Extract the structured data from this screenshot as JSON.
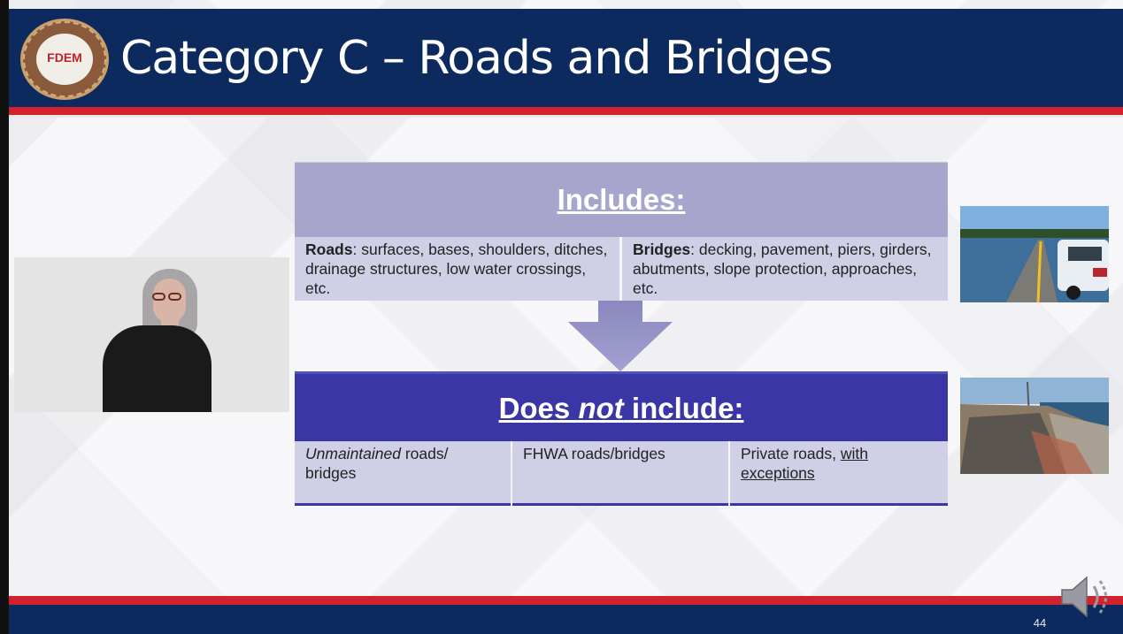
{
  "slide": {
    "title": "Category C – Roads and Bridges",
    "logo_text": "FDEM",
    "page_number": "44"
  },
  "includes": {
    "heading": "Includes:",
    "roads": {
      "label": "Roads",
      "text": ": surfaces, bases, shoulders, ditches, drainage structures, low water crossings, etc."
    },
    "bridges": {
      "label": "Bridges",
      "text": ": decking, pavement, piers, girders, abutments, slope protection, approaches, etc."
    }
  },
  "does_not_include": {
    "heading_pre": "Does ",
    "heading_emph": "not",
    "heading_post": " include:",
    "item1_emph": "Unmaintained",
    "item1_rest": " roads/ bridges",
    "item2": "FHWA roads/bridges",
    "item3_pre": "Private roads, ",
    "item3_link": "with exceptions"
  },
  "colors": {
    "header_navy": "#0d2a5e",
    "accent_red": "#d2222d",
    "includes_header": "#a7a5cc",
    "not_include_header": "#3b36a6",
    "cell_bg": "#cfcfe6"
  },
  "icons": [
    "speaker-icon",
    "fdem-seal-logo",
    "down-arrow"
  ]
}
